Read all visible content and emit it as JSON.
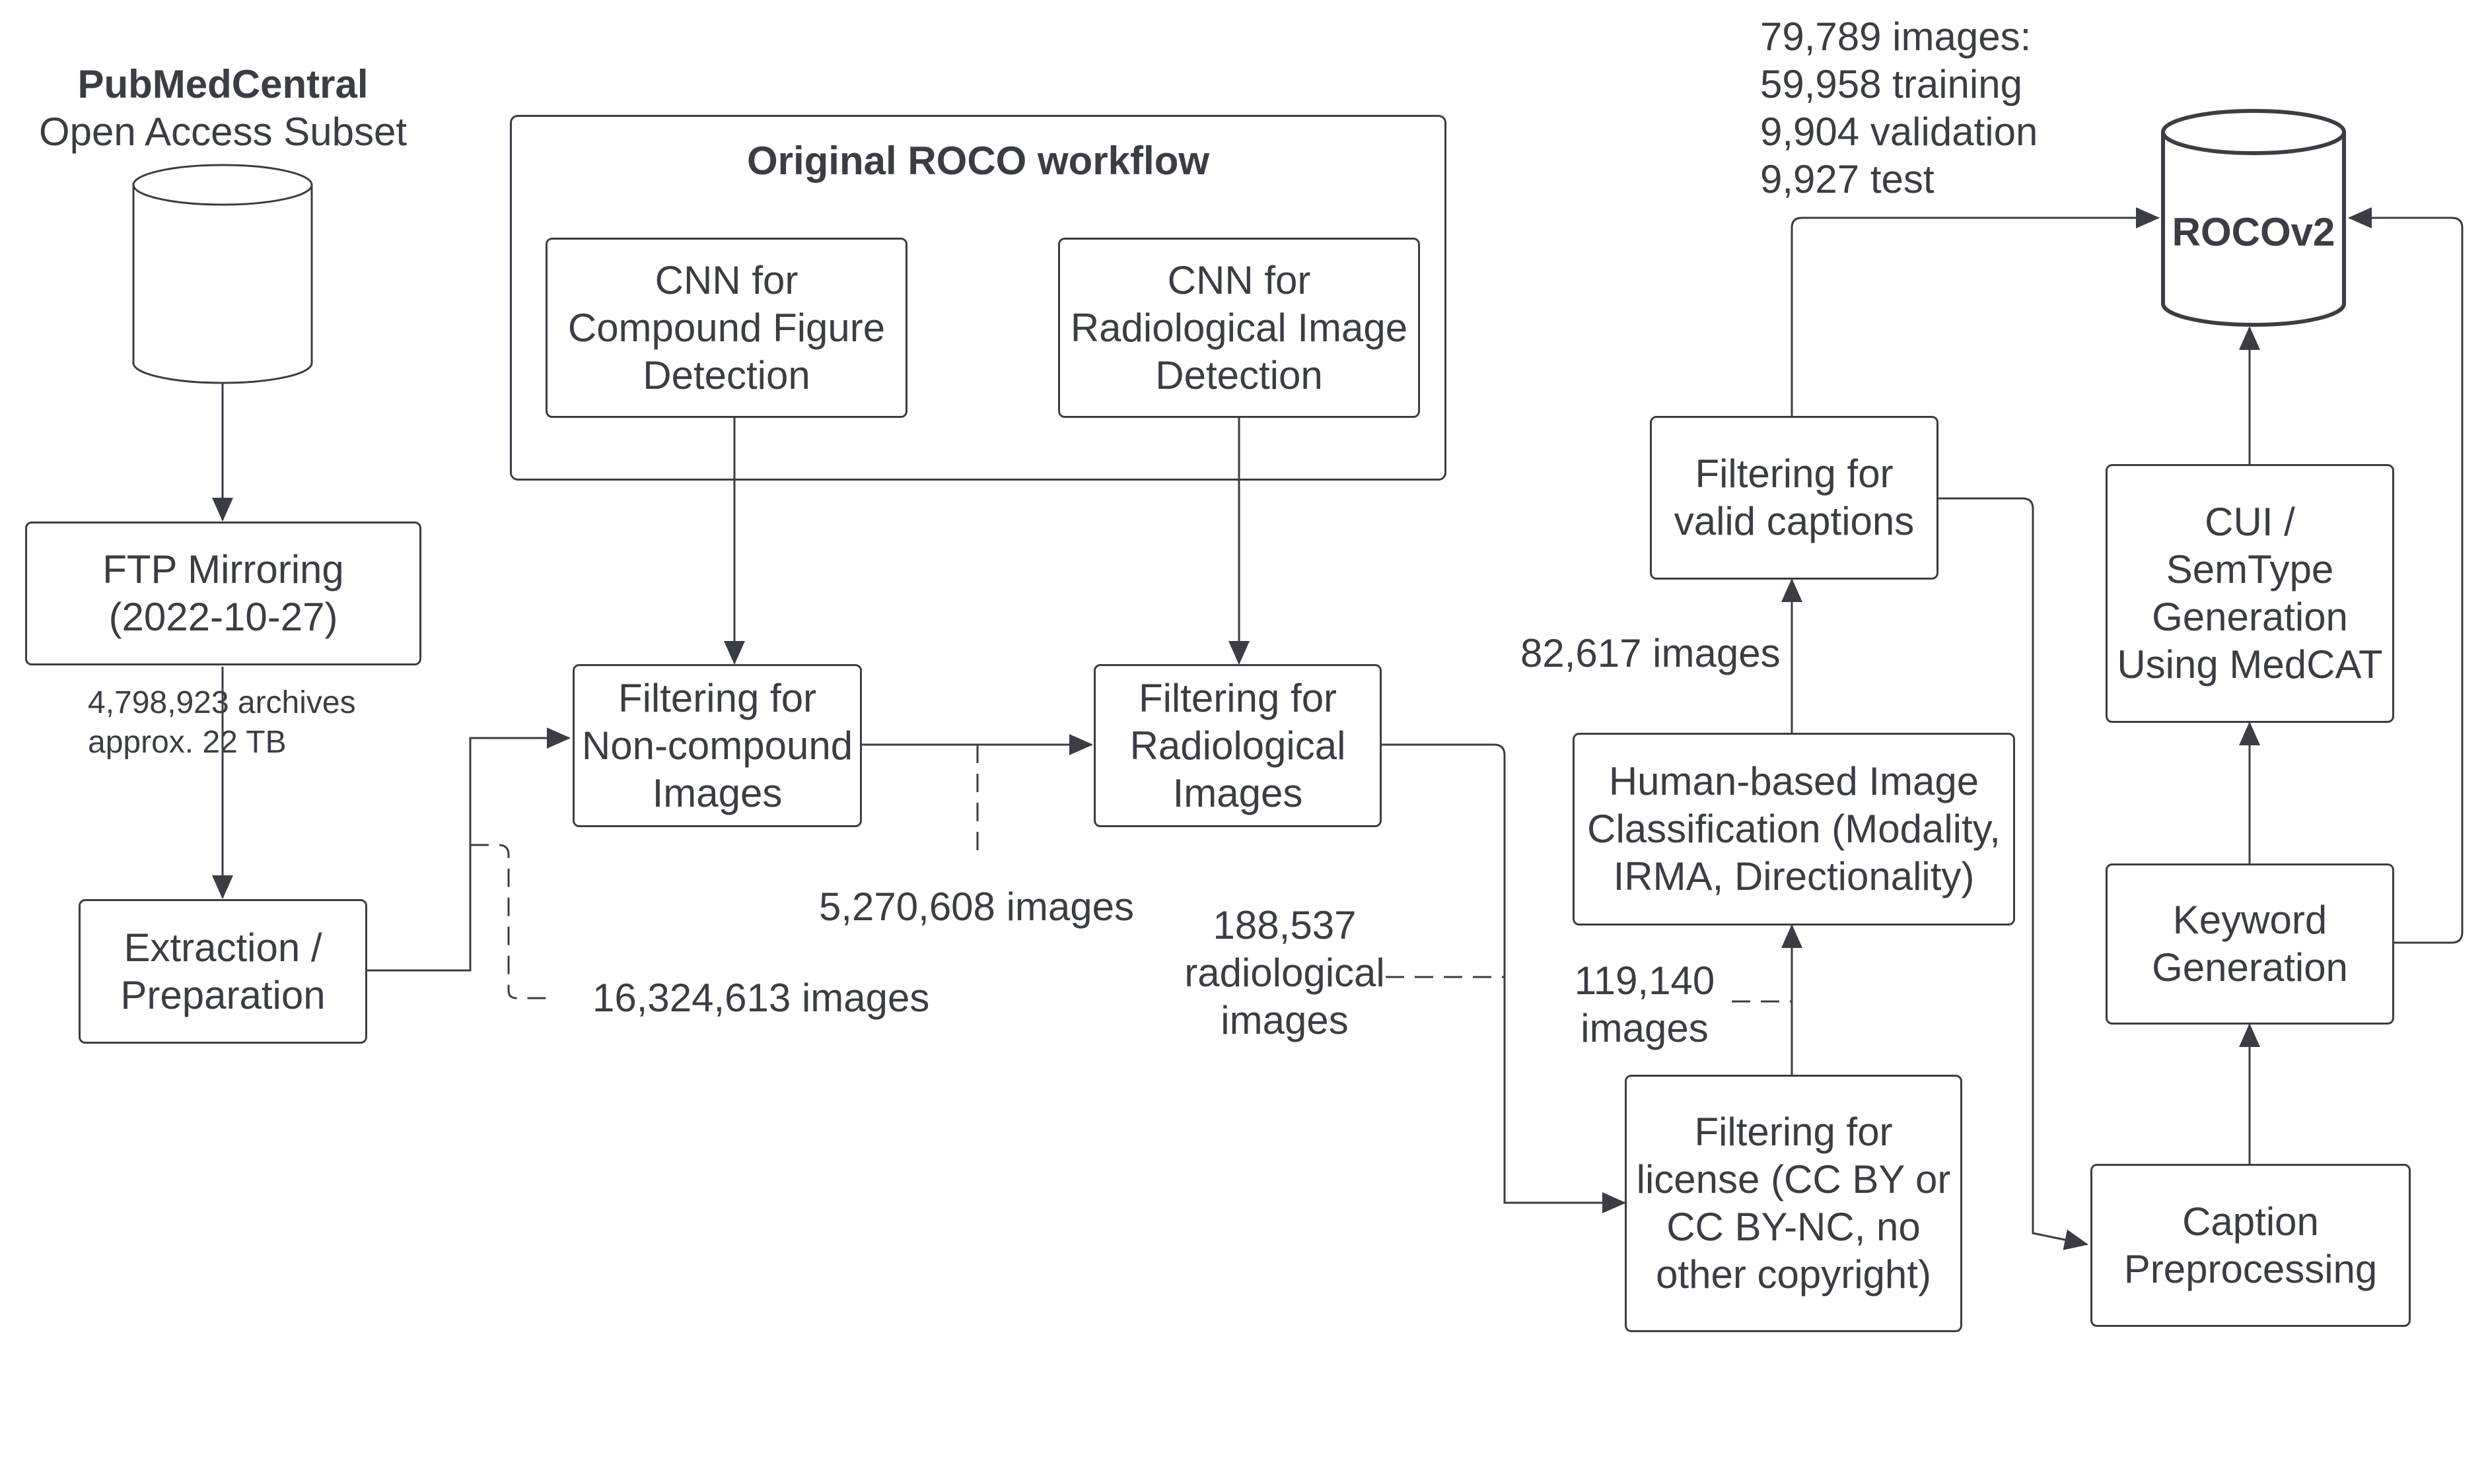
{
  "source": {
    "title": "PubMedCentral",
    "subtitle": "Open Access Subset"
  },
  "roco_group": {
    "title": "Original ROCO workflow"
  },
  "boxes": {
    "ftp_mirroring": "FTP Mirroring\n(2022-10-27)",
    "extraction": "Extraction /\nPreparation",
    "cnn_compound": "CNN for\nCompound Figure\nDetection",
    "cnn_radiological": "CNN for\nRadiological Image\nDetection",
    "filter_noncompound": "Filtering for\nNon-compound\nImages",
    "filter_radiological": "Filtering for\nRadiological\nImages",
    "filter_license": "Filtering for\nlicense (CC BY or\nCC BY-NC, no\nother copyright)",
    "human_classification": "Human-based Image\nClassification (Modality,\nIRMA, Directionality)",
    "filter_captions": "Filtering for\nvalid captions",
    "caption_preprocessing": "Caption\nPreprocessing",
    "keyword_generation": "Keyword\nGeneration",
    "cui_generation": "CUI /\nSemType\nGeneration\nUsing MedCAT"
  },
  "target": {
    "label": "ROCOv2"
  },
  "annotations": {
    "archives": "4,798,923 archives\napprox. 22 TB",
    "images_16m": "16,324,613 images",
    "images_5m": "5,270,608 images",
    "images_188k": "188,537\nradiological\nimages",
    "images_119k": "119,140\nimages",
    "images_82k": "82,617 images",
    "split": "79,789 images:\n59,958 training\n9,904 validation\n9,927 test"
  },
  "colors": {
    "stroke": "#3a3d44",
    "background": "#ffffff"
  }
}
